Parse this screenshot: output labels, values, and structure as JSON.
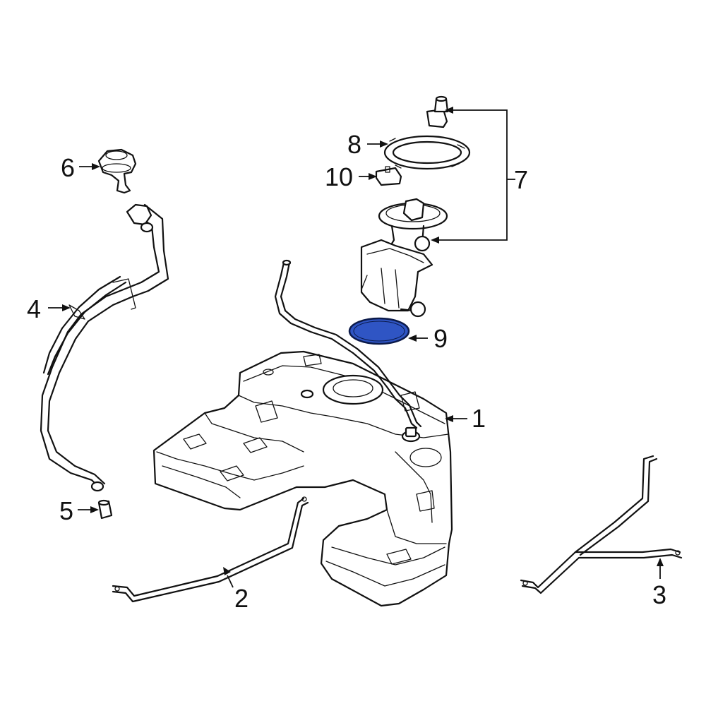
{
  "callouts": {
    "c1": "1",
    "c2": "2",
    "c3": "3",
    "c4": "4",
    "c5": "5",
    "c6": "6",
    "c7": "7",
    "c8": "8",
    "c9": "9",
    "c10": "10"
  },
  "colors": {
    "line": "#111111",
    "highlight_fill": "#2f55c4",
    "highlight_stroke": "#0b1a4a",
    "background": "#ffffff"
  },
  "highlighted_part": "9"
}
